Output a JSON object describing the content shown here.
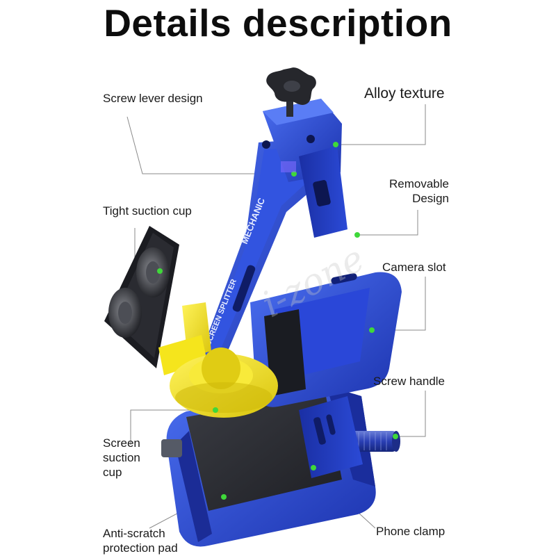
{
  "title": "Details description",
  "labels": {
    "screw_lever": "Screw lever design",
    "alloy_texture": "Alloy texture",
    "removable": [
      "Removable",
      "Design"
    ],
    "tight_suction": "Tight suction cup",
    "camera_slot": "Camera slot",
    "screw_handle": "Screw handle",
    "screen_suction": [
      "Screen",
      "suction",
      "cup"
    ],
    "anti_scratch": [
      "Anti-scratch",
      "protection pad"
    ],
    "phone_clamp": "Phone clamp"
  },
  "product_text": {
    "brand": "MECHANIC",
    "name": "SCREEN SPLITTER"
  },
  "watermark": "i-zone",
  "colors": {
    "body_blue": "#2140c8",
    "blue_light": "#4a6ef0",
    "yellow": "#f2e21c",
    "pad_dark": "#2b2d33",
    "marker_green": "#3fd83a",
    "leader_line": "#8a8a8a"
  },
  "icons": [
    "star-knob-icon",
    "marker-dot-icon"
  ]
}
